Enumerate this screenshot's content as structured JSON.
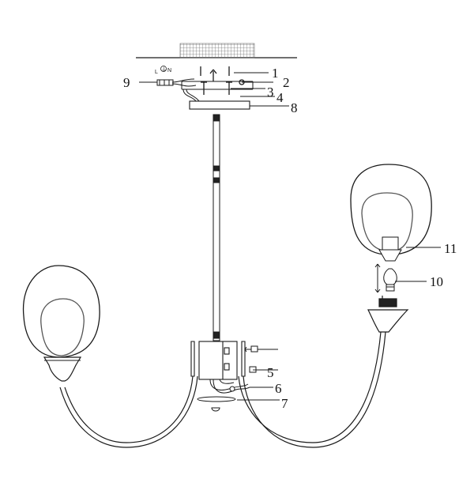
{
  "diagram": {
    "callouts": [
      {
        "id": "1",
        "text": "1"
      },
      {
        "id": "2",
        "text": "2"
      },
      {
        "id": "3",
        "text": "3"
      },
      {
        "id": "4",
        "text": "4"
      },
      {
        "id": "5",
        "text": "5"
      },
      {
        "id": "6",
        "text": "6"
      },
      {
        "id": "7",
        "text": "7"
      },
      {
        "id": "8",
        "text": "8"
      },
      {
        "id": "9",
        "text": "9"
      },
      {
        "id": "10",
        "text": "10"
      },
      {
        "id": "11",
        "text": "11"
      }
    ],
    "terminal_labels": {
      "live": "L",
      "earth": "⏚",
      "neutral": "N"
    },
    "colors": {
      "line": "#1a1a1a",
      "shade_inner": "#555555",
      "ceiling_hatch": "#777777"
    }
  }
}
